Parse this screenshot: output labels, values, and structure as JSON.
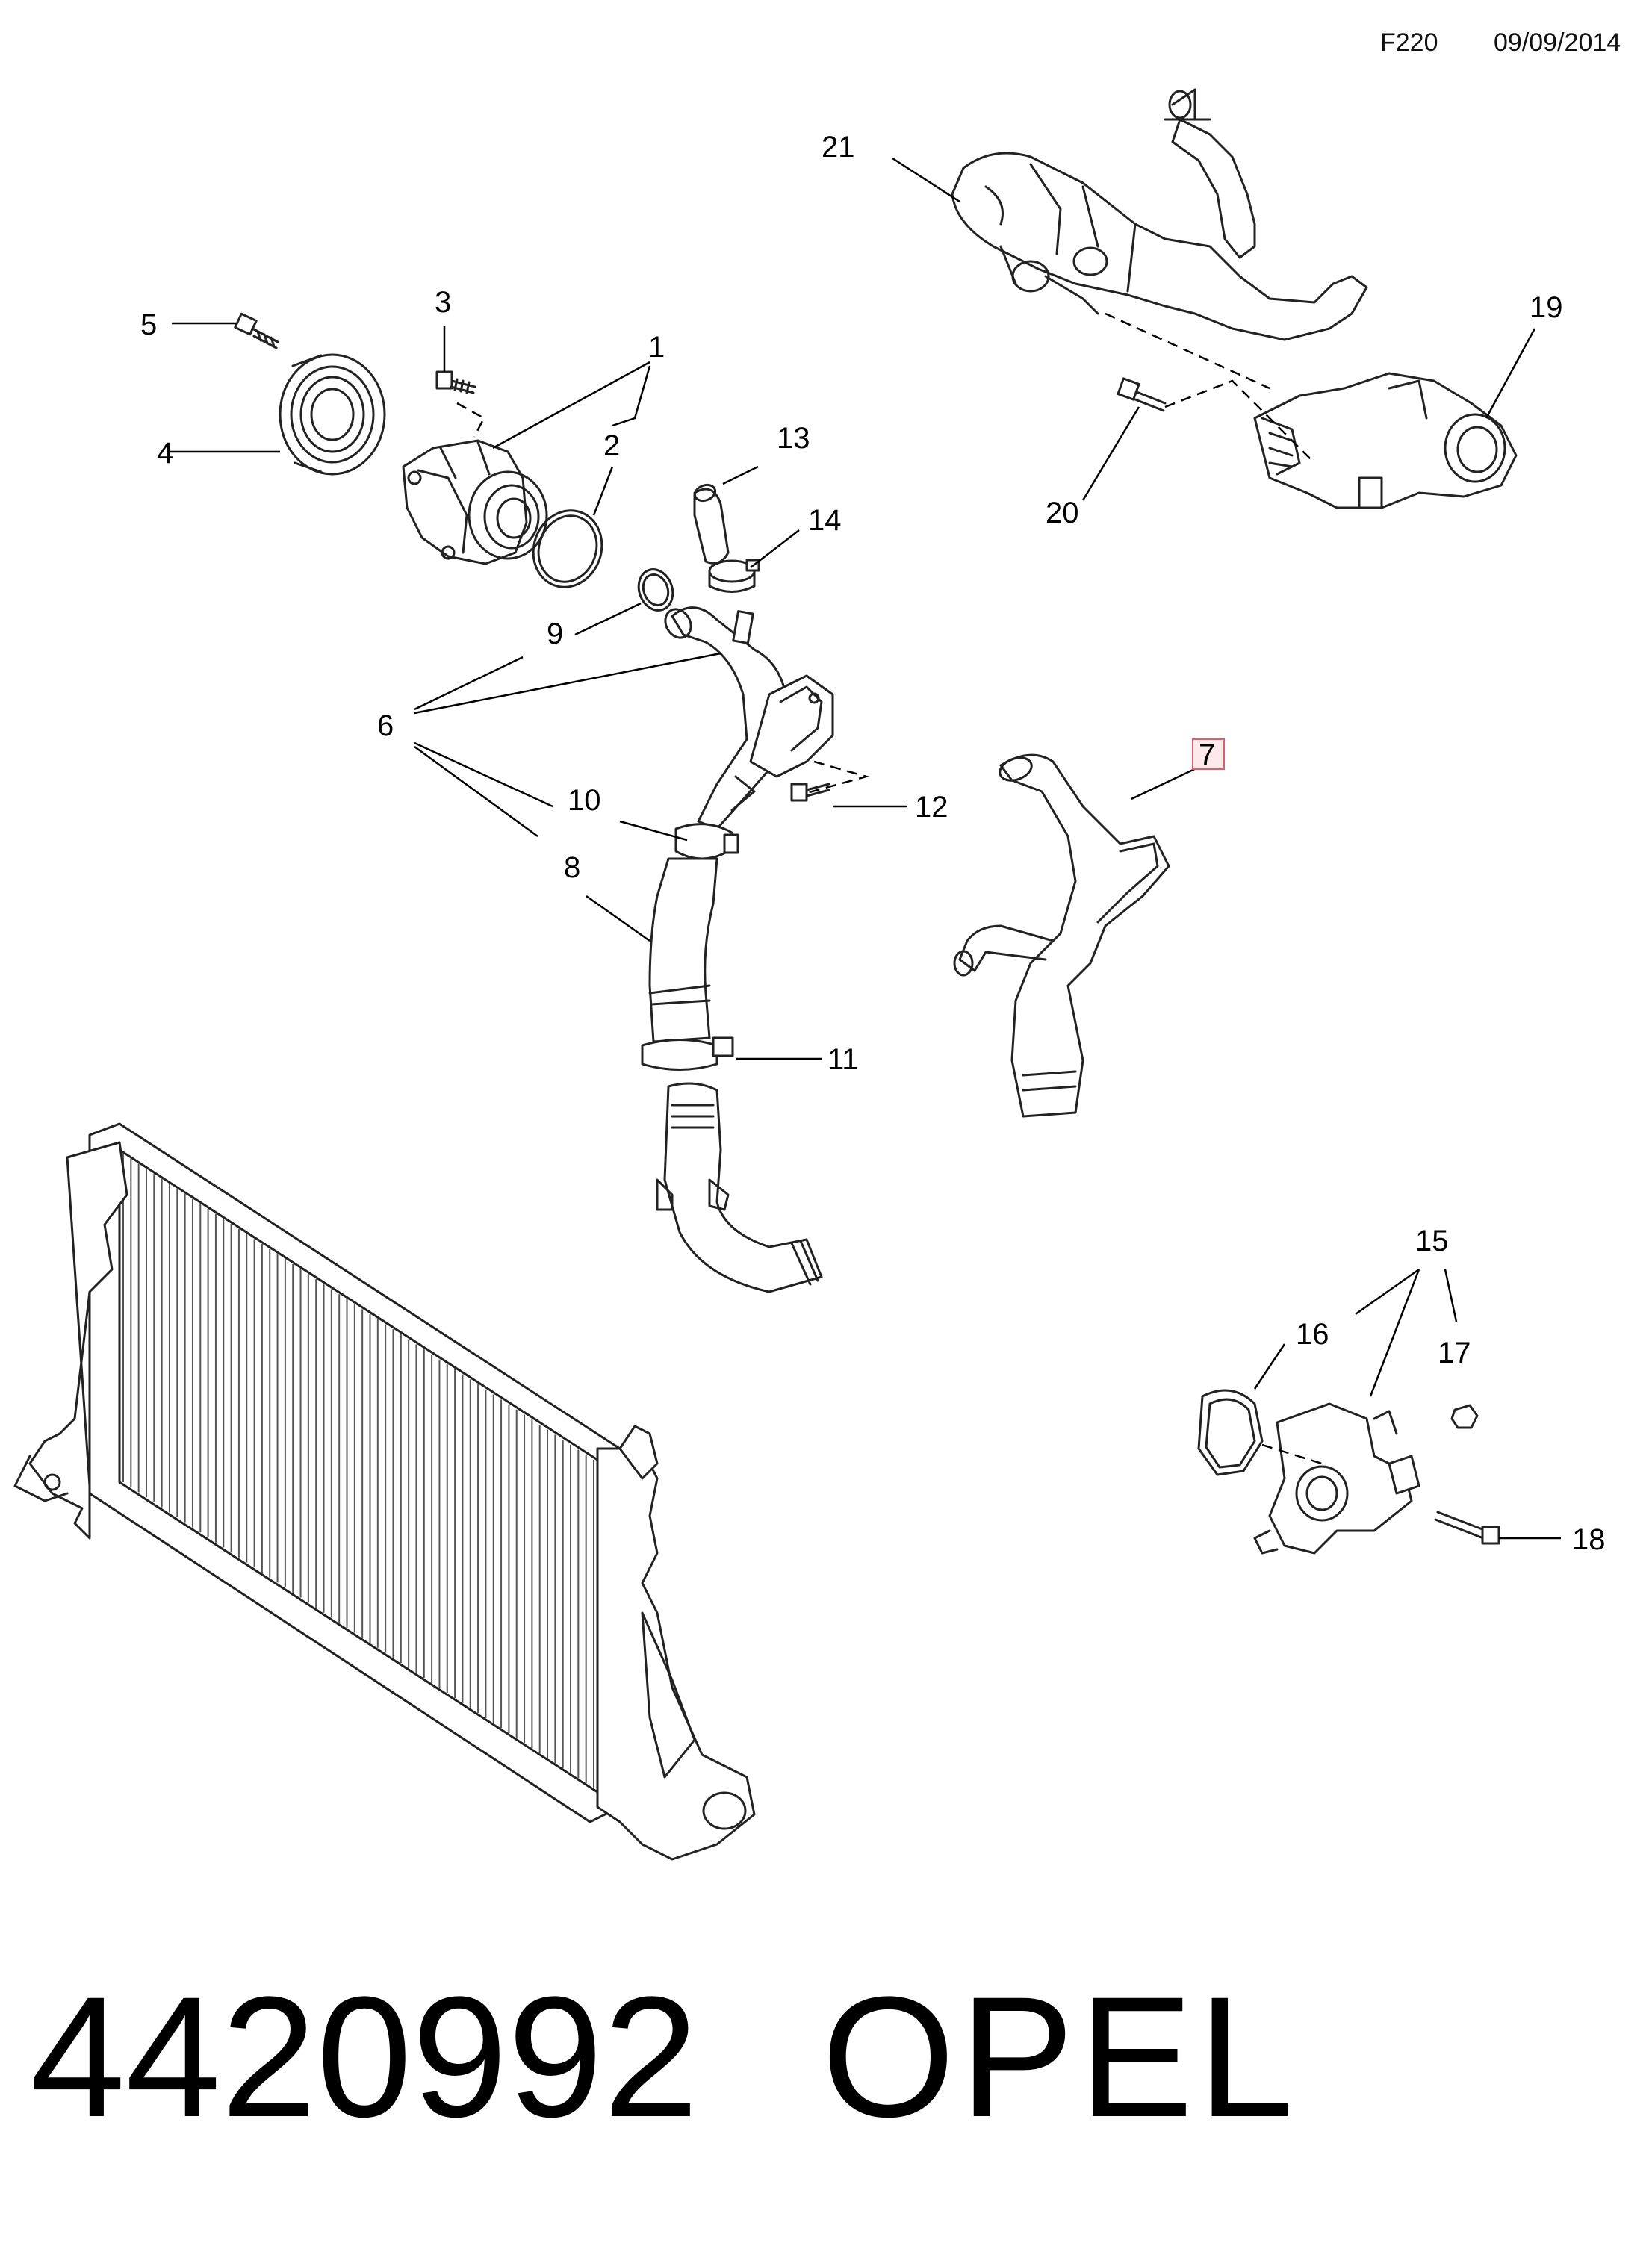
{
  "header": {
    "code": "F220",
    "date": "09/09/2014"
  },
  "callouts": [
    {
      "id": "1",
      "label": "1"
    },
    {
      "id": "2",
      "label": "2"
    },
    {
      "id": "3",
      "label": "3"
    },
    {
      "id": "4",
      "label": "4"
    },
    {
      "id": "5",
      "label": "5"
    },
    {
      "id": "6",
      "label": "6"
    },
    {
      "id": "7",
      "label": "7",
      "highlighted": true
    },
    {
      "id": "8",
      "label": "8"
    },
    {
      "id": "9",
      "label": "9"
    },
    {
      "id": "10",
      "label": "10"
    },
    {
      "id": "11",
      "label": "11"
    },
    {
      "id": "12",
      "label": "12"
    },
    {
      "id": "13",
      "label": "13"
    },
    {
      "id": "14",
      "label": "14"
    },
    {
      "id": "15",
      "label": "15"
    },
    {
      "id": "16",
      "label": "16"
    },
    {
      "id": "17",
      "label": "17"
    },
    {
      "id": "18",
      "label": "18"
    },
    {
      "id": "19",
      "label": "19"
    },
    {
      "id": "20",
      "label": "20"
    },
    {
      "id": "21",
      "label": "21"
    }
  ],
  "colors": {
    "highlight_fill": "#fde8ea",
    "highlight_stroke": "#d9606c",
    "line": "#222222"
  },
  "footer": {
    "part_number": "4420992",
    "brand": "OPEL"
  }
}
